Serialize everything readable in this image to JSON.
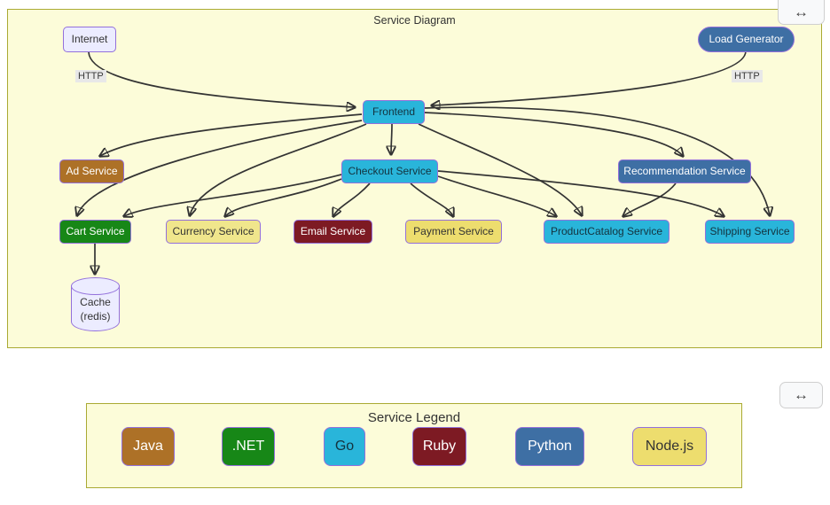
{
  "diagram": {
    "title": "Service Diagram",
    "expand_icon": "↔",
    "edge_labels": [
      {
        "text": "HTTP"
      },
      {
        "text": "HTTP"
      }
    ],
    "nodes": [
      {
        "id": "internet",
        "label": "Internet",
        "language": null
      },
      {
        "id": "loadgenerator",
        "label": "Load Generator",
        "language": "Python"
      },
      {
        "id": "frontend",
        "label": "Frontend",
        "language": "Go"
      },
      {
        "id": "adservice",
        "label": "Ad Service",
        "language": "Java"
      },
      {
        "id": "checkoutservice",
        "label": "Checkout Service",
        "language": "Go"
      },
      {
        "id": "recommendationservice",
        "label": "Recommendation Service",
        "language": "Python"
      },
      {
        "id": "cartservice",
        "label": "Cart Service",
        "language": ".NET"
      },
      {
        "id": "currencyservice",
        "label": "Currency Service",
        "language": "Node.js"
      },
      {
        "id": "emailservice",
        "label": "Email Service",
        "language": "Ruby"
      },
      {
        "id": "paymentservice",
        "label": "Payment Service",
        "language": "Node.js"
      },
      {
        "id": "productcatalogservice",
        "label": "ProductCatalog Service",
        "language": "Go"
      },
      {
        "id": "shippingservice",
        "label": "Shipping Service",
        "language": "Go"
      },
      {
        "id": "cache",
        "label": "Cache (redis)",
        "line1": "Cache",
        "line2": "(redis)",
        "language": null
      }
    ],
    "edges": [
      {
        "from": "internet",
        "to": "frontend",
        "label": "HTTP"
      },
      {
        "from": "loadgenerator",
        "to": "frontend",
        "label": "HTTP"
      },
      {
        "from": "frontend",
        "to": "checkoutservice",
        "label": ""
      },
      {
        "from": "frontend",
        "to": "adservice",
        "label": ""
      },
      {
        "from": "frontend",
        "to": "cartservice",
        "label": ""
      },
      {
        "from": "frontend",
        "to": "currencyservice",
        "label": ""
      },
      {
        "from": "frontend",
        "to": "productcatalogservice",
        "label": ""
      },
      {
        "from": "frontend",
        "to": "recommendationservice",
        "label": ""
      },
      {
        "from": "frontend",
        "to": "shippingservice",
        "label": ""
      },
      {
        "from": "checkoutservice",
        "to": "cartservice",
        "label": ""
      },
      {
        "from": "checkoutservice",
        "to": "currencyservice",
        "label": ""
      },
      {
        "from": "checkoutservice",
        "to": "emailservice",
        "label": ""
      },
      {
        "from": "checkoutservice",
        "to": "paymentservice",
        "label": ""
      },
      {
        "from": "checkoutservice",
        "to": "productcatalogservice",
        "label": ""
      },
      {
        "from": "checkoutservice",
        "to": "shippingservice",
        "label": ""
      },
      {
        "from": "recommendationservice",
        "to": "productcatalogservice",
        "label": ""
      },
      {
        "from": "cartservice",
        "to": "cache",
        "label": ""
      }
    ]
  },
  "legend": {
    "title": "Service Legend",
    "expand_icon": "↔",
    "items": [
      {
        "label": "Java",
        "color": "#AD7127"
      },
      {
        "label": ".NET",
        "color": "#178717"
      },
      {
        "label": "Go",
        "color": "#29B5DA"
      },
      {
        "label": "Ruby",
        "color": "#7D1A23"
      },
      {
        "label": "Python",
        "color": "#3E6FA4"
      },
      {
        "label": "Node.js",
        "color": "#EDDD6E"
      }
    ]
  },
  "colors": {
    "panel_background": "#fcfcd9",
    "panel_border": "#aaaa33",
    "edge_stroke": "#333333",
    "default_node_fill": "#ECECFF",
    "node_border": "#9370DB"
  }
}
